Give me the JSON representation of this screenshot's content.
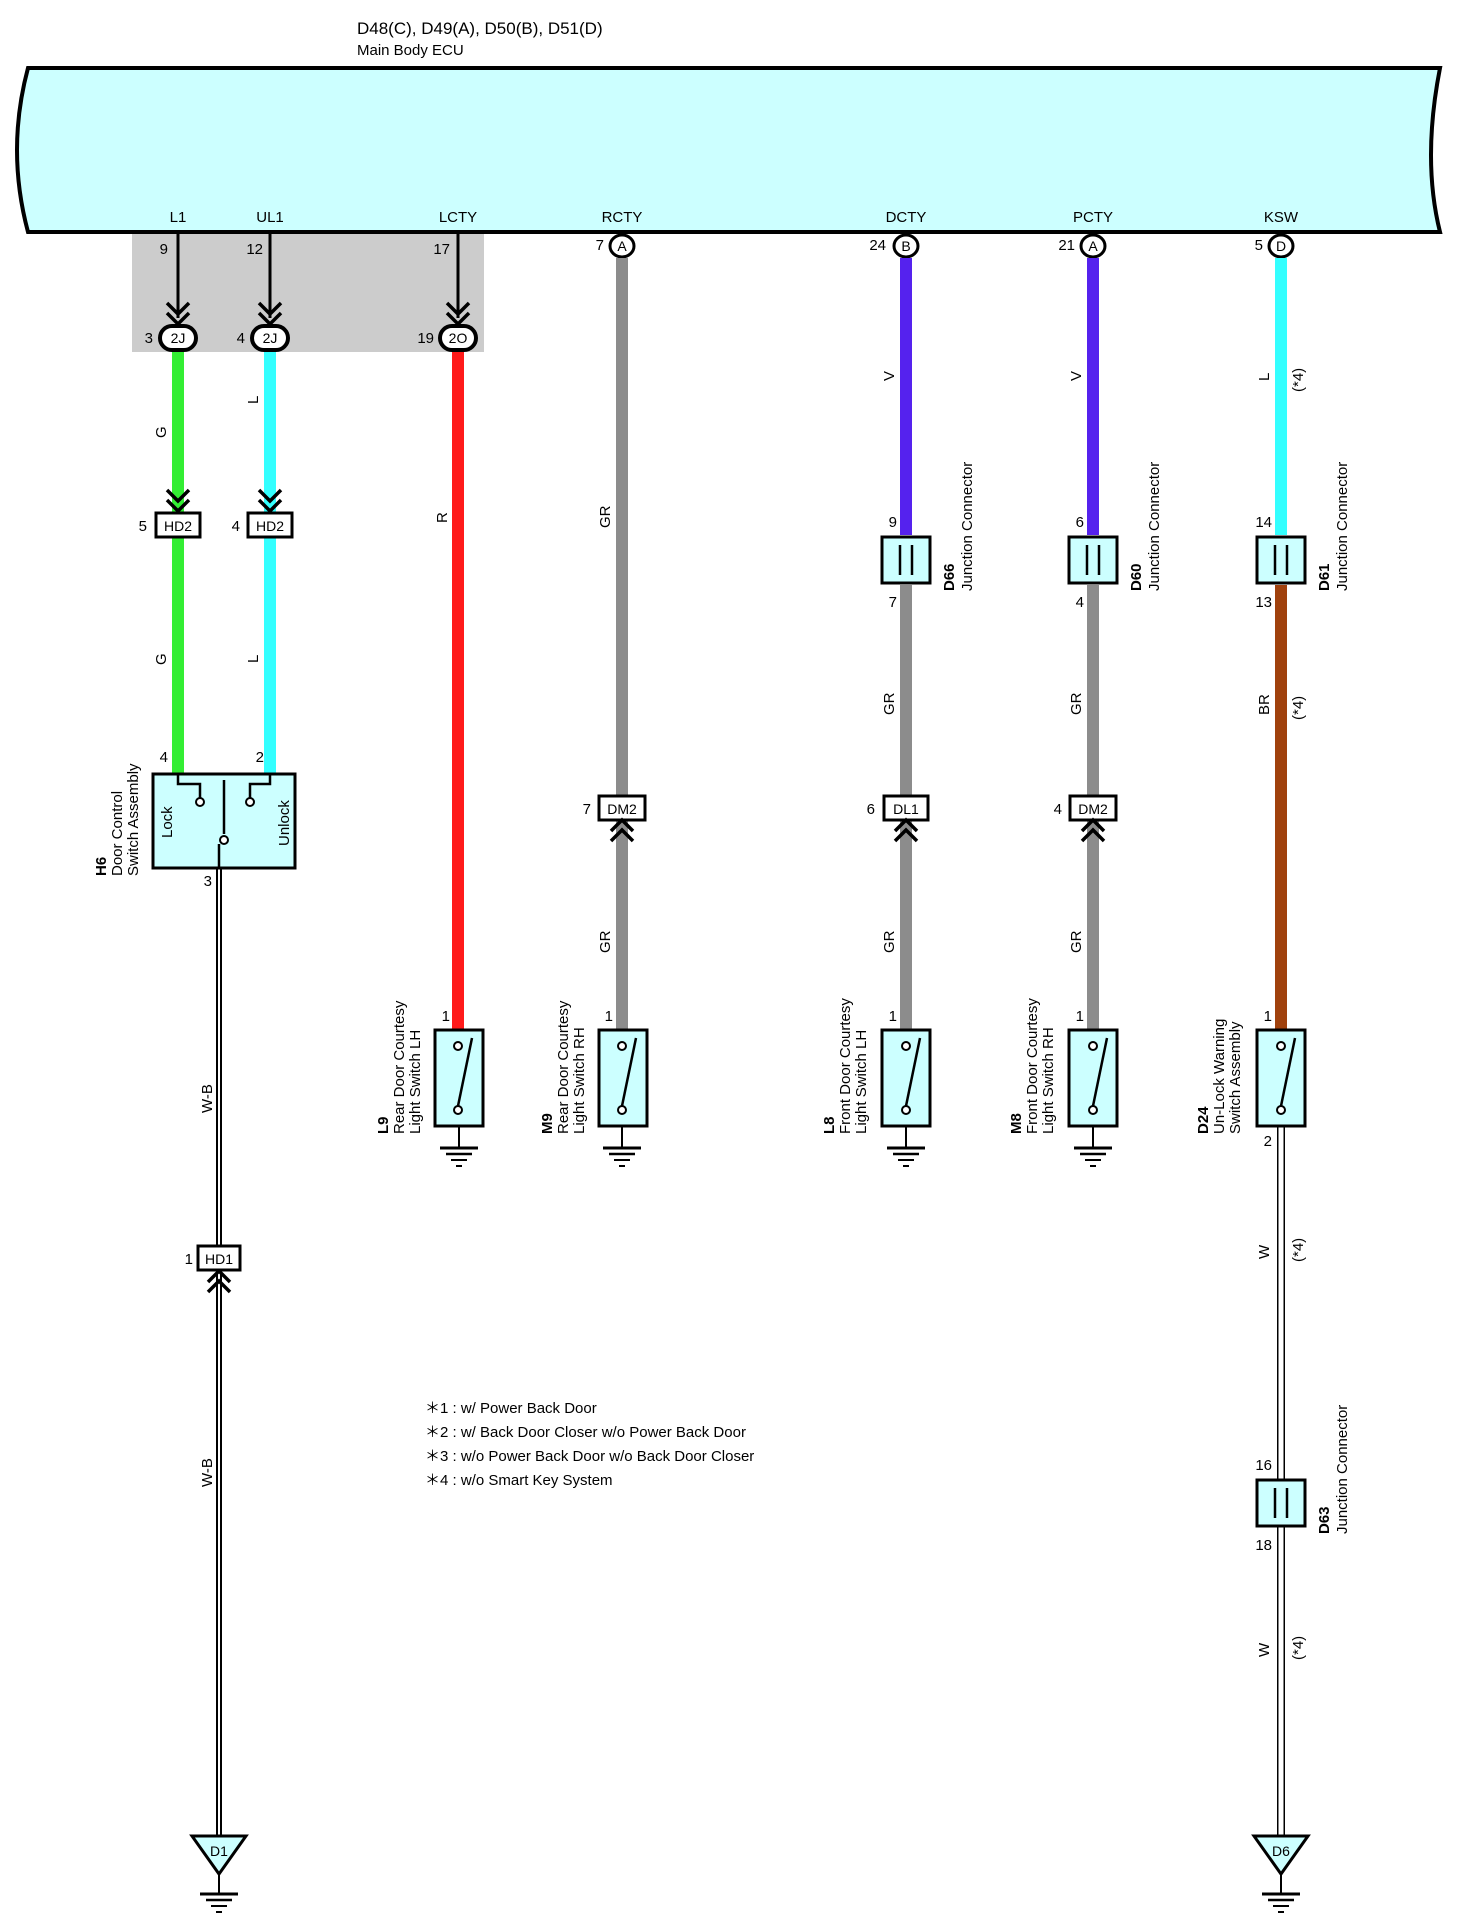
{
  "ecu": {
    "connectors": "D48(C), D49(A), D50(B), D51(D)",
    "name": "Main Body ECU",
    "terminals": [
      "L1",
      "UL1",
      "LCTY",
      "RCTY",
      "DCTY",
      "PCTY",
      "KSW"
    ],
    "pins": [
      "9",
      "12",
      "17",
      "7",
      "24",
      "21",
      "5"
    ],
    "connector_letters": [
      "A",
      "B",
      "A",
      "D"
    ]
  },
  "junction_pins": {
    "j2j_a": "3",
    "j2j_b": "4",
    "j2o": "19",
    "label_2j": "2J",
    "label_2o": "2O"
  },
  "wire_colors": {
    "g": "G",
    "l": "L",
    "r": "R",
    "gr": "GR",
    "v": "V",
    "br": "BR",
    "w": "W",
    "wb": "W-B"
  },
  "variant_note": "(*4)",
  "inline_connectors": {
    "hd2": "HD2",
    "hd2_pin_a": "5",
    "hd2_pin_b": "4",
    "hd1": "HD1",
    "hd1_pin": "1",
    "dm2": "DM2",
    "dm2_pin_a": "7",
    "dm2_pin_b": "4",
    "dl1": "DL1",
    "dl1_pin": "6"
  },
  "junction_connectors": [
    {
      "code": "D66",
      "label": "Junction Connector",
      "pin_in": "9",
      "pin_out": "7"
    },
    {
      "code": "D60",
      "label": "Junction Connector",
      "pin_in": "6",
      "pin_out": "4"
    },
    {
      "code": "D61",
      "label": "Junction Connector",
      "pin_in": "14",
      "pin_out": "13"
    },
    {
      "code": "D63",
      "label": "Junction Connector",
      "pin_in": "16",
      "pin_out": "18"
    }
  ],
  "door_control_switch": {
    "code": "H6",
    "line1": "Door Control",
    "line2": "Switch Assembly",
    "lock": "Lock",
    "unlock": "Unlock",
    "pin_lock": "4",
    "pin_unlock": "2",
    "pin_common": "3"
  },
  "switches": [
    {
      "code": "L9",
      "line1": "Rear Door Courtesy",
      "line2": "Light Switch LH",
      "pin": "1"
    },
    {
      "code": "M9",
      "line1": "Rear Door Courtesy",
      "line2": "Light Switch RH",
      "pin": "1"
    },
    {
      "code": "L8",
      "line1": "Front Door Courtesy",
      "line2": "Light Switch LH",
      "pin": "1"
    },
    {
      "code": "M8",
      "line1": "Front Door Courtesy",
      "line2": "Light Switch RH",
      "pin": "1"
    },
    {
      "code": "D24",
      "line1": "Un-Lock Warning",
      "line2": "Switch Assembly",
      "pin": "1",
      "pin2": "2"
    }
  ],
  "grounds": [
    "D1",
    "D6"
  ],
  "notes": [
    "＊1 : w/ Power Back Door",
    "＊2 : w/ Back Door Closer w/o Power Back Door",
    "＊3 : w/o Power Back Door w/o Back Door Closer",
    "＊4 : w/o Smart Key System"
  ],
  "colors": {
    "ecu_fill": "#ccffff",
    "green": "#33ee33",
    "cyan": "#33ffff",
    "red": "#ff1a1a",
    "gray": "#8c8c8c",
    "violet": "#5522ee",
    "brown": "#a0410d",
    "shade": "#cccccc"
  }
}
